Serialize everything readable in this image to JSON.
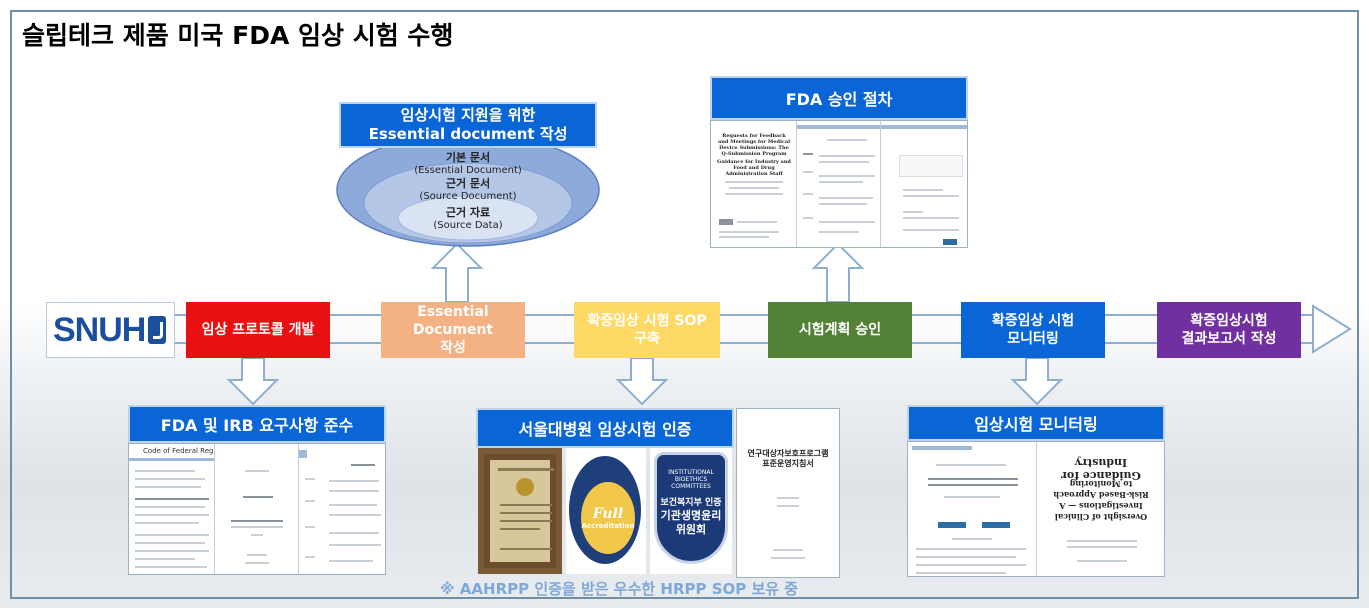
{
  "title": "슬립테크 제품 미국 FDA 임상 시험 수행",
  "logo": {
    "text": "SNUH",
    "icon": "snuh-mark-icon"
  },
  "steps": [
    {
      "label": "임상 프로토콜 개발",
      "color": "#e81010"
    },
    {
      "label": "Essential Document\n작성",
      "color": "#f4b183"
    },
    {
      "label": "확증임상 시험 SOP\n구축",
      "color": "#ffd966"
    },
    {
      "label": "시험계획 승인",
      "color": "#538135"
    },
    {
      "label": "확증임상 시험\n모니터링",
      "color": "#0a66d6"
    },
    {
      "label": "확증임상시험\n결과보고서 작성",
      "color": "#7030a0"
    }
  ],
  "essential": {
    "header": "임상시험 지원을 위한\nEssential document 작성",
    "layers": [
      {
        "ko": "기본 문서",
        "en": "(Essential Document)"
      },
      {
        "ko": "근거 문서",
        "en": "(Source Document)"
      },
      {
        "ko": "근거 자료",
        "en": "(Source Data)"
      }
    ]
  },
  "fda_approval": {
    "header": "FDA 승인 절차",
    "doc_title": "Requests for Feedback and Meetings for Medical Device Submissions: The Q-Submission Program",
    "doc_subtitle": "Guidance for Industry and Food and Drug Administration Staff"
  },
  "fda_irb": {
    "header": "FDA 및 IRB 요구사항 준수",
    "cfr_title": "Code of Federal Regulations"
  },
  "snuh_cert": {
    "header": "서울대병원 임상시험 인증",
    "badge_main": "Full",
    "badge_sub": "Accreditation",
    "shield_top": "INSTITUTIONAL\nBIOETHICS COMMITTEES",
    "shield_mid": "보건복지부 인증",
    "shield_bottom": "기관생명윤리\n위원회",
    "sop_doc_title": "연구대상자보호프로그램\n표준운영지침서"
  },
  "monitoring": {
    "header": "임상시험 모니터링",
    "guidance_title": "Guidance for Industry",
    "guidance_body": "Oversight of Clinical Investigations — A Risk-Based Approach to Monitoring"
  },
  "note": "※ AAHRPP 인증을 받은 우수한 HRPP SOP 보유 중"
}
